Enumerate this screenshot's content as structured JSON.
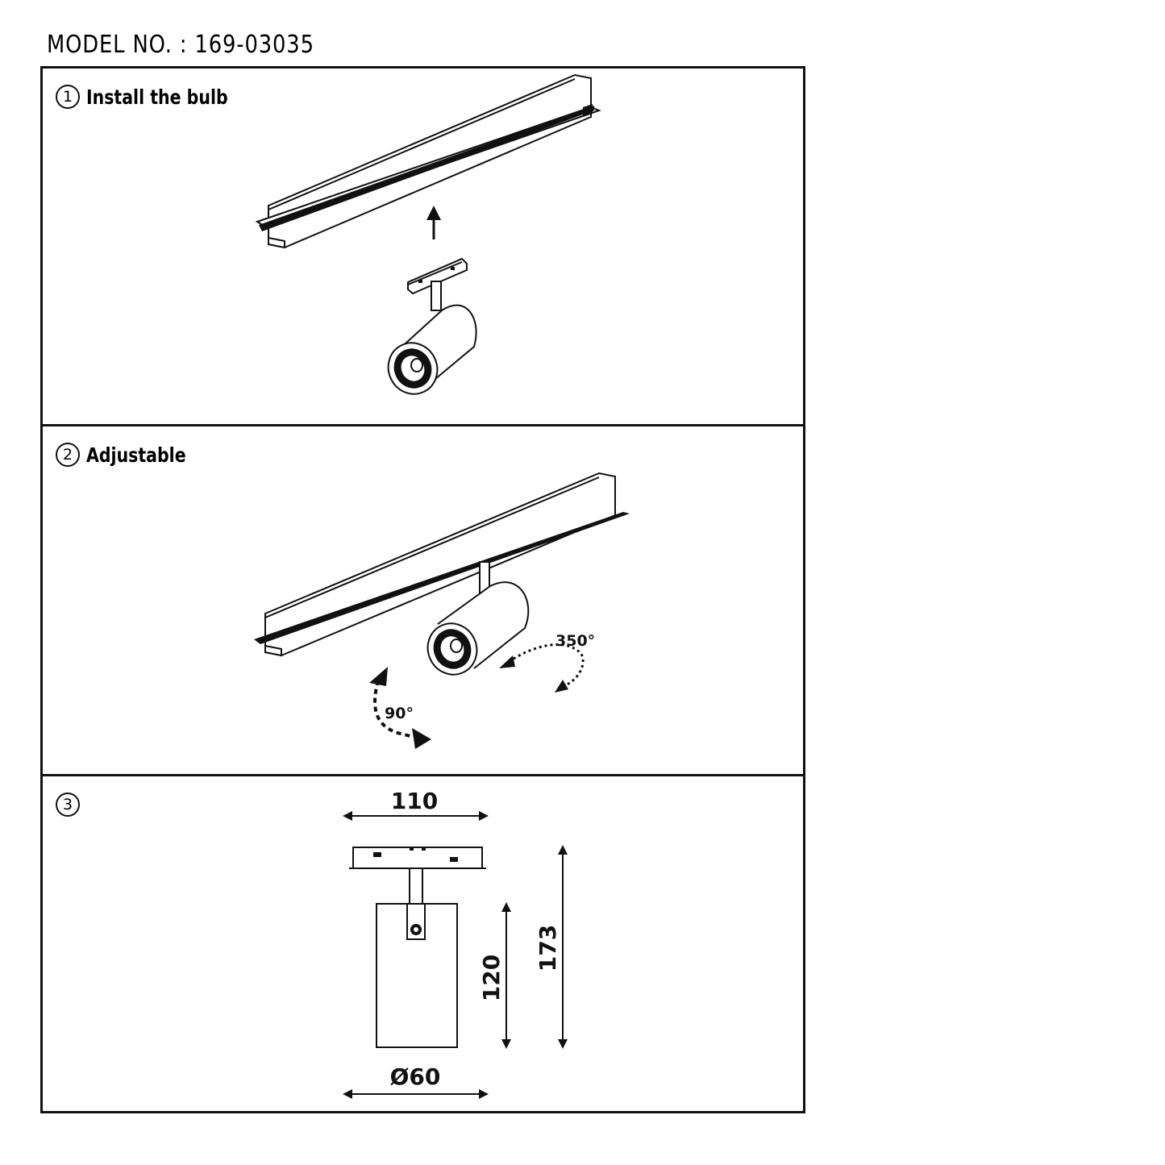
{
  "model_label": "MODEL NO. : 169-03035",
  "steps": [
    {
      "number": "1",
      "title": "Install the bulb"
    },
    {
      "number": "2",
      "title": "Adjustable"
    },
    {
      "number": "3",
      "title": ""
    }
  ],
  "angles": {
    "rotate": "350°",
    "tilt": "90°"
  },
  "dimensions": {
    "width": "110",
    "diameter": "Ø60",
    "body_height": "120",
    "total_height": "173"
  }
}
